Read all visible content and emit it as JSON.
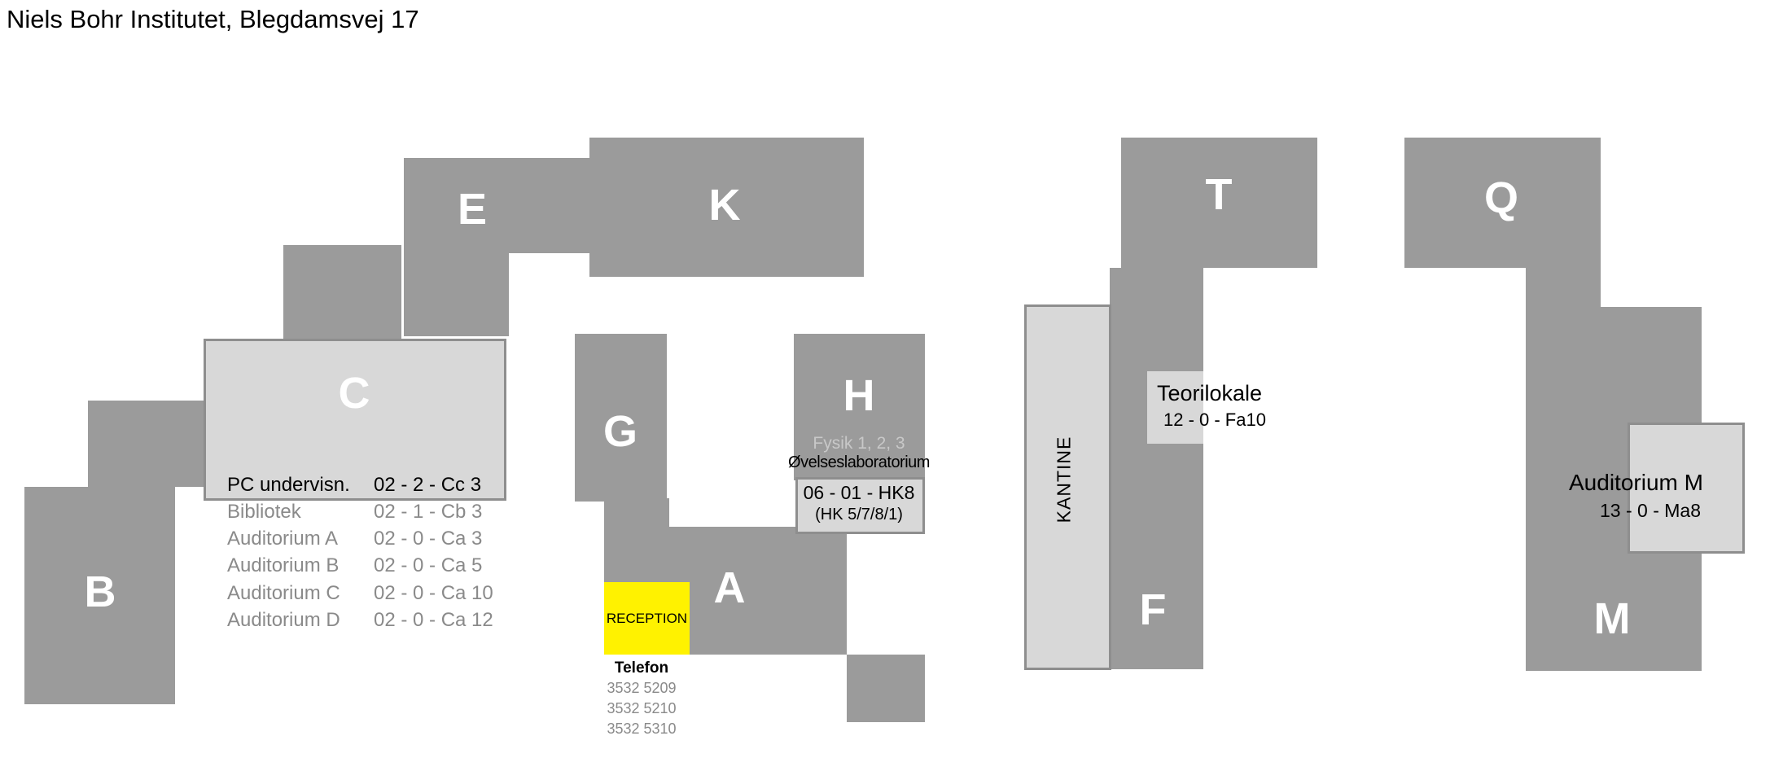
{
  "title": "Niels Bohr Institutet, Blegdamsvej 17",
  "buildings": {
    "B": "B",
    "C": "C",
    "E": "E",
    "K": "K",
    "G": "G",
    "H": "H",
    "A": "A",
    "T": "T",
    "Q": "Q",
    "F": "F",
    "M": "M"
  },
  "building_c_rooms": [
    {
      "name": "PC undervisn.",
      "code": "02 - 2 - Cc 3"
    },
    {
      "name": "Bibliotek",
      "code": "02 - 1 - Cb 3"
    },
    {
      "name": "Auditorium A",
      "code": "02 - 0 - Ca 3"
    },
    {
      "name": "Auditorium B",
      "code": "02 - 0 - Ca 5"
    },
    {
      "name": "Auditorium C",
      "code": "02 - 0 - Ca 10"
    },
    {
      "name": "Auditorium D",
      "code": "02 - 0 - Ca 12"
    }
  ],
  "building_h": {
    "fysik": "Fysik 1, 2, 3",
    "lab": "Øvelseslaboratorium",
    "code": "06 - 01 - HK8",
    "rooms": "(HK 5/7/8/1)"
  },
  "reception": {
    "label": "RECEPTION",
    "phone_label": "Telefon",
    "phones": [
      "3532 5209",
      "3532 5210",
      "3532 5310"
    ]
  },
  "kantine": "KANTINE",
  "teorilokale": {
    "name": "Teorilokale",
    "code": "12 - 0 - Fa10"
  },
  "auditorium_m": {
    "name": "Auditorium M",
    "code": "13 - 0 - Ma8"
  },
  "colors": {
    "building": "#9b9b9b",
    "room": "#d8d8d8",
    "reception": "#fff200"
  }
}
